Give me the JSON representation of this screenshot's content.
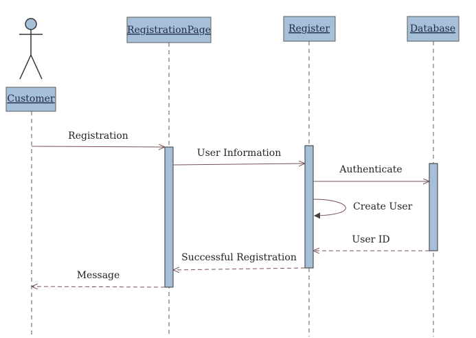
{
  "participants": {
    "customer": {
      "label": "Customer"
    },
    "registration_page": {
      "label": "RegistrationPage"
    },
    "register": {
      "label": "Register"
    },
    "database": {
      "label": "Database"
    }
  },
  "messages": {
    "registration": {
      "label": "Registration"
    },
    "user_information": {
      "label": "User Information"
    },
    "authenticate": {
      "label": "Authenticate"
    },
    "create_user": {
      "label": "Create User"
    },
    "user_id": {
      "label": "User ID"
    },
    "successful_registration": {
      "label": "Successful Registration"
    },
    "message": {
      "label": "Message"
    }
  },
  "colors": {
    "box_fill": "#a7c0d9",
    "arrow": "#7a5050",
    "label_text": "#1f2a44"
  }
}
